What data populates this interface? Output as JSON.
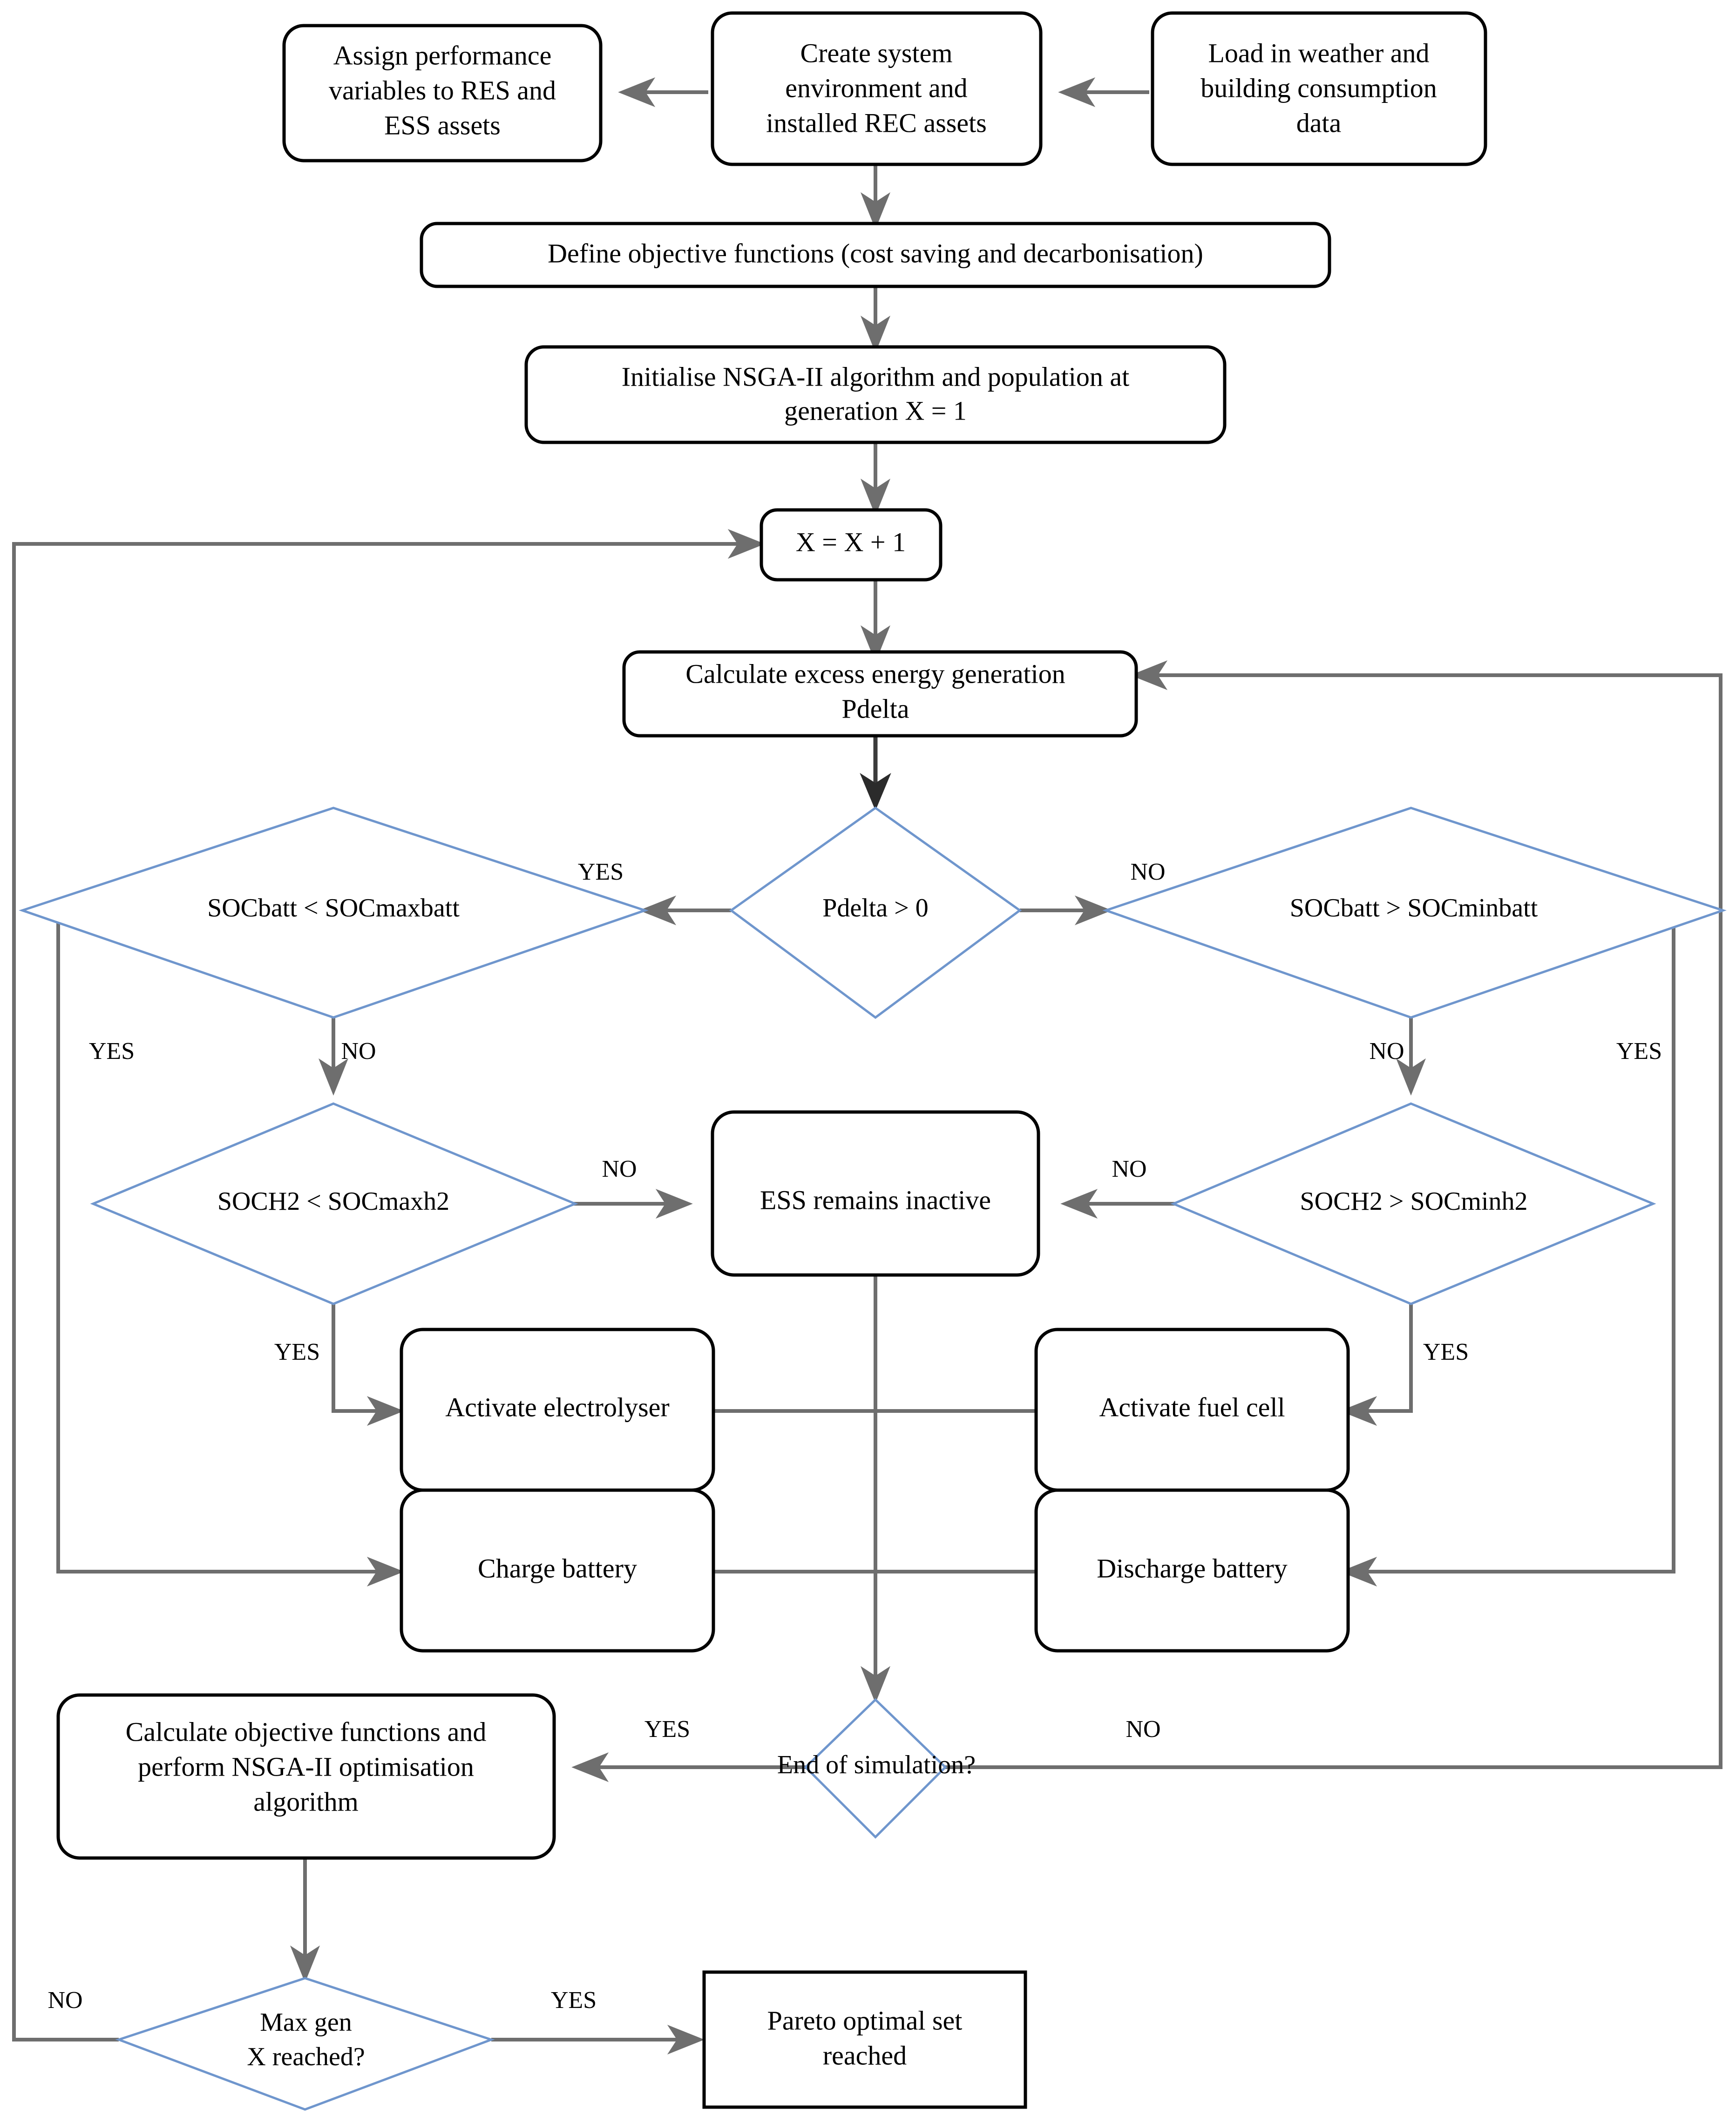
{
  "diagram": {
    "title": "NSGA-II renewable energy community optimisation flowchart",
    "colors": {
      "process_border": "#000000",
      "decision_border": "#6f96cd",
      "connector": "#6e6e6e",
      "text": "#000000",
      "background": "#ffffff"
    },
    "nodes": {
      "assign_performance": {
        "shape": "rounded-rectangle",
        "lines": [
          "Assign performance",
          "variables to RES and",
          "ESS assets"
        ]
      },
      "create_system": {
        "shape": "rounded-rectangle",
        "lines": [
          "Create system",
          "environment and",
          "installed REC assets"
        ]
      },
      "load_weather": {
        "shape": "rounded-rectangle",
        "lines": [
          "Load in weather and",
          "building consumption",
          "data"
        ]
      },
      "define_objectives": {
        "shape": "rounded-rectangle",
        "lines": [
          "Define objective functions (cost saving and decarbonisation)"
        ]
      },
      "initialise_nsga": {
        "shape": "rounded-rectangle",
        "lines": [
          "Initialise NSGA-II algorithm and population at",
          "generation X = 1"
        ]
      },
      "increment_x": {
        "shape": "rounded-rectangle",
        "lines": [
          "X = X + 1"
        ]
      },
      "calc_excess": {
        "shape": "rounded-rectangle",
        "lines": [
          "Calculate excess energy generation",
          "Pdelta"
        ]
      },
      "pdelta_gt_zero": {
        "shape": "diamond",
        "lines": [
          "Pdelta > 0"
        ]
      },
      "socbatt_lt_max": {
        "shape": "diamond",
        "lines": [
          "SOCbatt < SOCmaxbatt"
        ]
      },
      "socbatt_gt_min": {
        "shape": "diamond",
        "lines": [
          "SOCbatt > SOCminbatt"
        ]
      },
      "soch2_lt_max": {
        "shape": "diamond",
        "lines": [
          "SOCH2 < SOCmaxh2"
        ]
      },
      "soch2_gt_min": {
        "shape": "diamond",
        "lines": [
          "SOCH2 > SOCminh2"
        ]
      },
      "ess_inactive": {
        "shape": "rounded-rectangle",
        "lines": [
          "ESS remains inactive"
        ]
      },
      "activate_electrolyser": {
        "shape": "rounded-rectangle",
        "lines": [
          "Activate electrolyser"
        ]
      },
      "activate_fuel_cell": {
        "shape": "rounded-rectangle",
        "lines": [
          "Activate fuel cell"
        ]
      },
      "charge_battery": {
        "shape": "rounded-rectangle",
        "lines": [
          "Charge battery"
        ]
      },
      "discharge_battery": {
        "shape": "rounded-rectangle",
        "lines": [
          "Discharge battery"
        ]
      },
      "end_of_simulation": {
        "shape": "diamond",
        "lines": [
          "End of simulation?"
        ]
      },
      "calc_objectives": {
        "shape": "rounded-rectangle",
        "lines": [
          "Calculate objective functions and",
          "perform NSGA-II optimisation",
          "algorithm"
        ]
      },
      "max_gen_reached": {
        "shape": "diamond",
        "lines": [
          "Max gen",
          "X reached?"
        ]
      },
      "pareto_set": {
        "shape": "rectangle",
        "lines": [
          "Pareto optimal set",
          "reached"
        ]
      }
    },
    "edge_labels": {
      "pdelta_yes": "YES",
      "pdelta_no": "NO",
      "socbatt_max_no": "NO",
      "socbatt_max_yes": "YES",
      "socbatt_min_no": "NO",
      "socbatt_min_yes": "YES",
      "soch2_max_no": "NO",
      "soch2_max_yes": "YES",
      "soch2_min_no": "NO",
      "soch2_min_yes": "YES",
      "end_sim_yes": "YES",
      "end_sim_no": "NO",
      "max_gen_no": "NO",
      "max_gen_yes": "YES"
    }
  }
}
